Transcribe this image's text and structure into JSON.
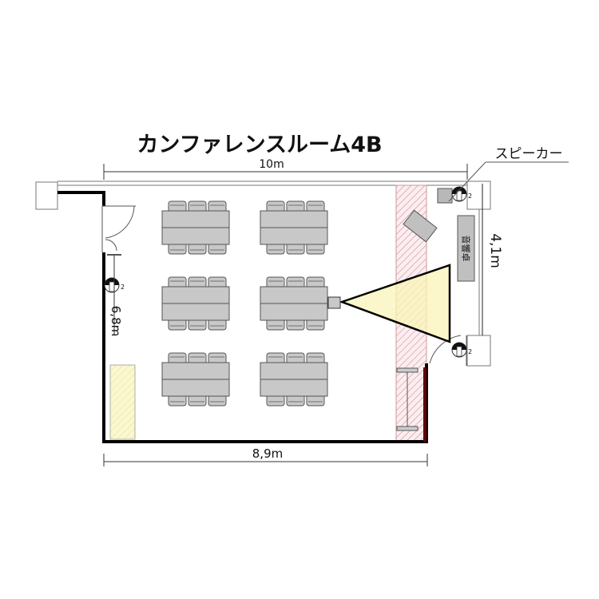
{
  "title": "カンファレンスルーム4B",
  "dimensions": {
    "width_top": "10m",
    "width_bottom": "8,9m",
    "depth_left": "6,8m",
    "depth_right": "4,1m"
  },
  "labels": {
    "speaker": "スピーカー",
    "audio_desk": "音響卓",
    "speaker_count": "2"
  },
  "colors": {
    "hatch_pink": "#d9a0a8",
    "hatch_yellow": "#f3efb0",
    "furniture": "#c8c8c8",
    "wall": "#000000"
  }
}
